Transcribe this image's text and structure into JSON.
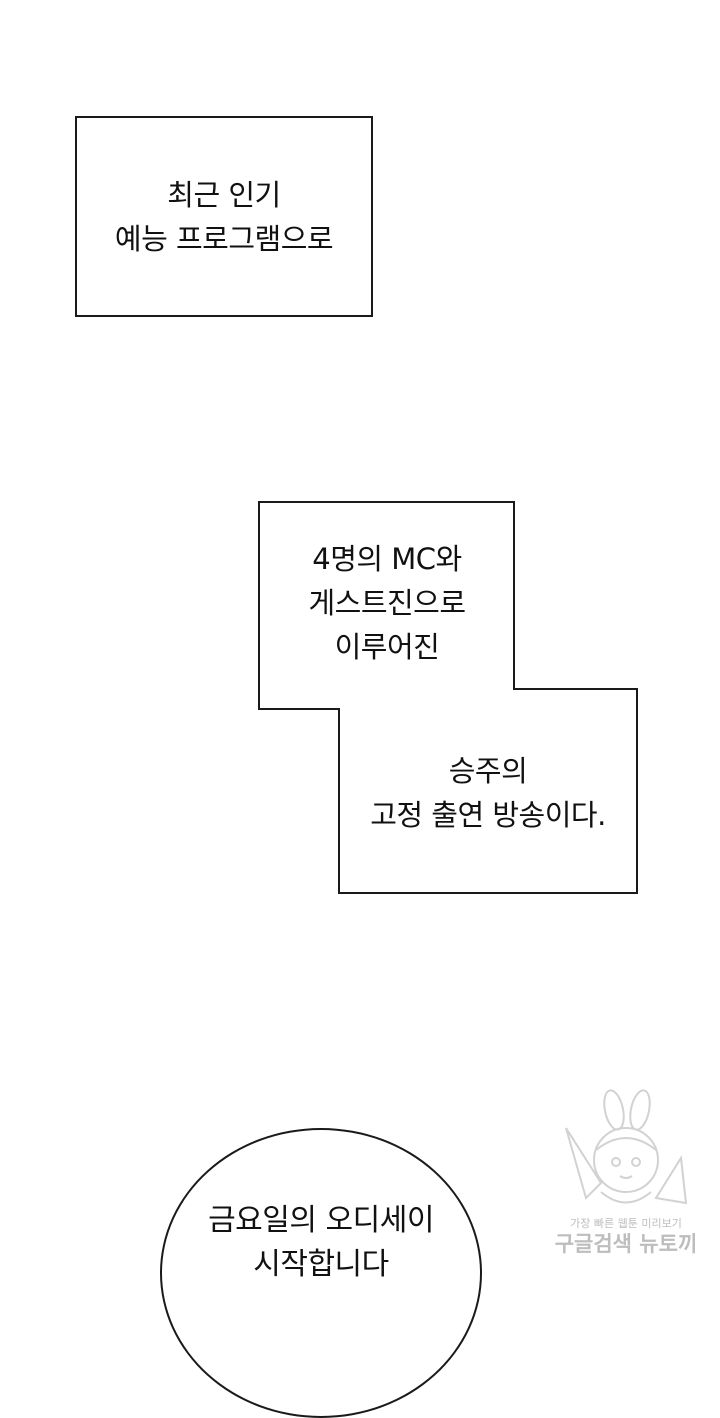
{
  "captions": {
    "first": [
      "최근 인기",
      "예능 프로그램으로"
    ],
    "second_upper": [
      "4명의 MC와",
      "게스트진으로",
      "이루어진"
    ],
    "second_lower": [
      "승주의",
      "고정 출연 방송이다."
    ],
    "bubble": [
      "금요일의 오디세이",
      "시작합니다"
    ]
  },
  "watermark": {
    "small": "가장 빠른 웹툰 미리보기",
    "big": "구글검색 뉴토끼"
  }
}
